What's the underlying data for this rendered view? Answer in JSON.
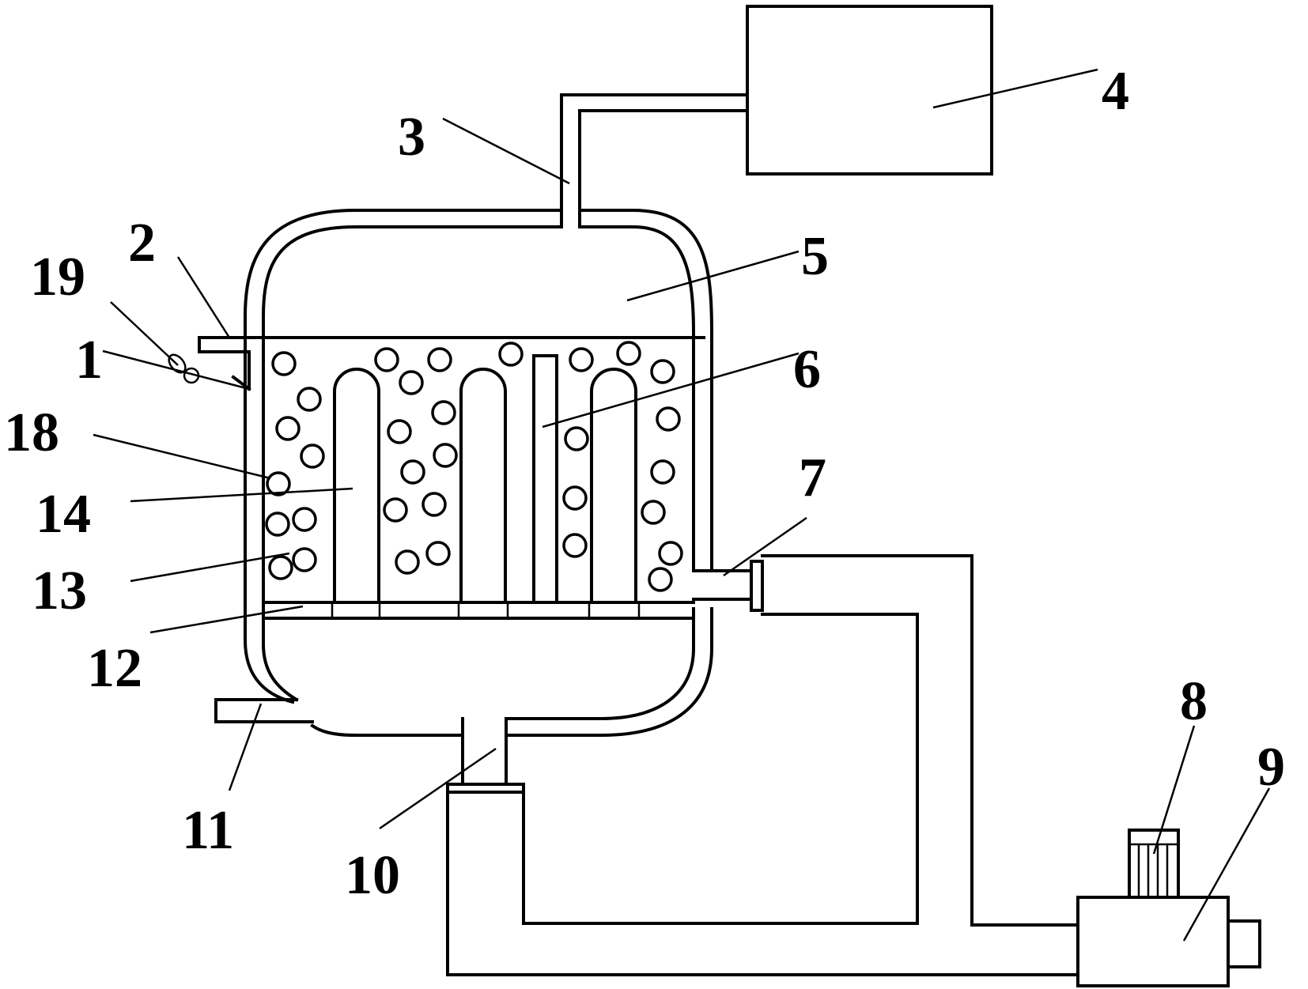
{
  "labels": {
    "n1": "1",
    "n2": "2",
    "n3": "3",
    "n4": "4",
    "n5": "5",
    "n6": "6",
    "n7": "7",
    "n8": "8",
    "n9": "9",
    "n10": "10",
    "n11": "11",
    "n12": "12",
    "n13": "13",
    "n14": "14",
    "n18": "18",
    "n19": "19"
  },
  "colors": {
    "line": "#000000",
    "background": "#ffffff"
  }
}
